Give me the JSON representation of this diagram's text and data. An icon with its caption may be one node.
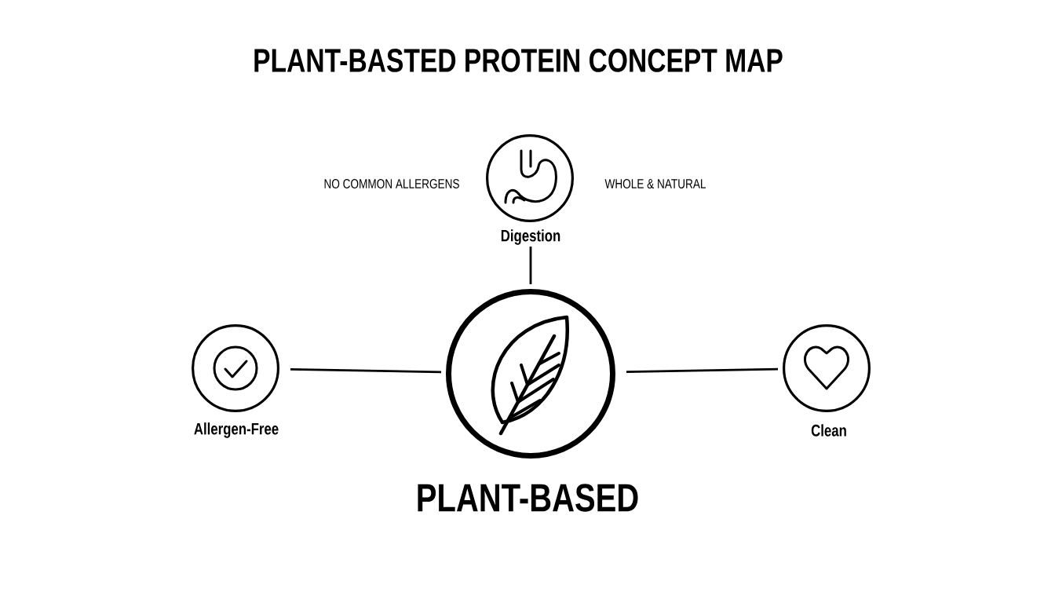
{
  "diagram": {
    "title": "PLANT-BASTED PROTEIN CONCEPT MAP",
    "nodes": [
      {
        "text": [
          "PLANT-BASED"
        ]
      },
      {
        "text": [
          "Digestion"
        ]
      },
      {
        "text": [
          "Allergen-Free"
        ]
      },
      {
        "text": [
          "Clean"
        ]
      }
    ],
    "edges": [
      {
        "from": 1,
        "to": 0,
        "arrow": "none"
      },
      {
        "from": 2,
        "to": 0,
        "arrow": "none"
      },
      {
        "from": 0,
        "to": 3,
        "arrow": "none"
      }
    ],
    "labels": [
      "NO COMMON ALLERGENS",
      "WHOLE & NATURAL"
    ]
  }
}
